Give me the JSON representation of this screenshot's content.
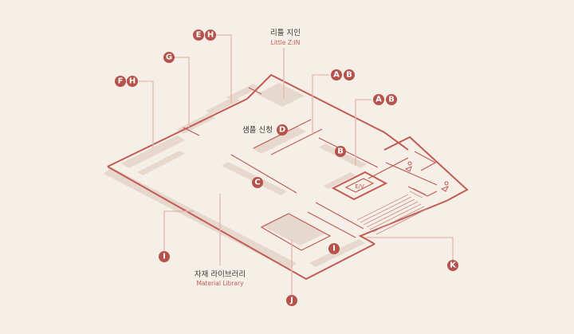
{
  "labels": {
    "little_zin_ko": "리틀 지인",
    "little_zin_en": "Little Z:IN",
    "sample_request": "샘플 신청",
    "material_library_ko": "자재 라이브러리",
    "material_library_en": "Material Library",
    "ev": "E/V"
  },
  "badges": {
    "e1": "E",
    "h1": "H",
    "g": "G",
    "f": "F",
    "h2": "H",
    "a1": "A",
    "b1": "B",
    "a2": "A",
    "b2": "B",
    "d": "D",
    "b3": "B",
    "c": "C",
    "i1": "I",
    "i2": "I",
    "j": "J",
    "k": "K"
  },
  "colors": {
    "background": "#f6efe8",
    "wall": "#c15b55",
    "badge": "#b5524c",
    "shelf": "#e7d8cd",
    "leader": "#e2b6a9"
  }
}
